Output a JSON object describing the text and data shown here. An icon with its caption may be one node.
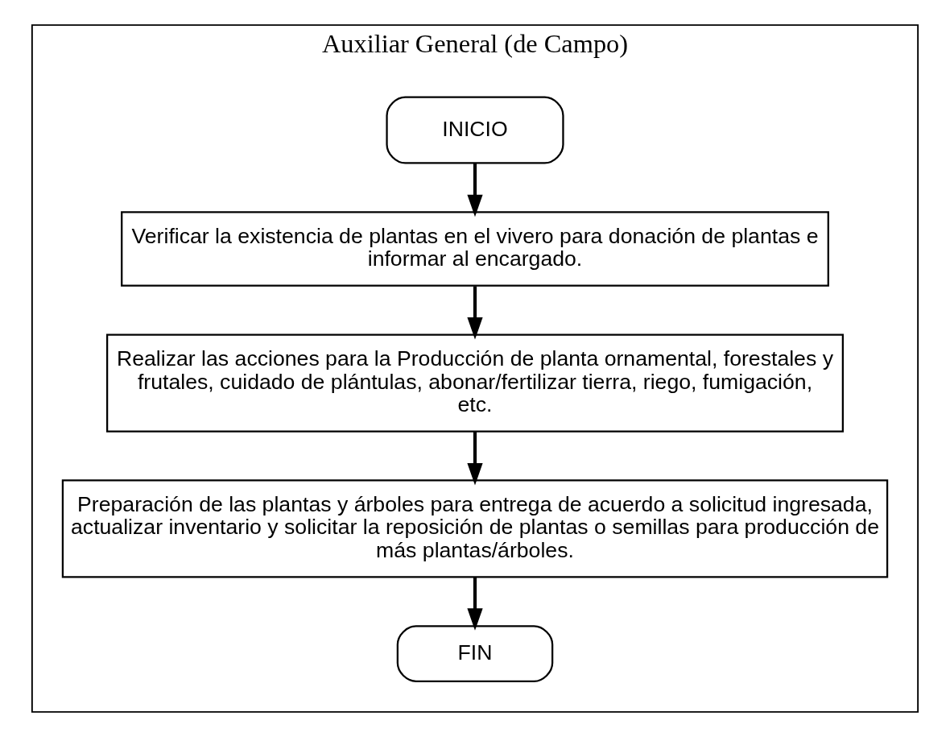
{
  "diagram": {
    "nodes": [
      {
        "text": [
          "Auxiliar General (de Campo)"
        ]
      },
      {
        "text": [
          "INICIO"
        ],
        "in": 0
      },
      {
        "text": [
          "Verificar la existencia de plantas en el vivero para donación de plantas e informar al encargado."
        ],
        "in": 0
      },
      {
        "text": [
          "Realizar las acciones para la Producción de planta ornamental, forestales y frutales, cuidado de plántulas, abonar/fertilizar tierra, riego, fumigación, etc."
        ],
        "in": 0
      },
      {
        "text": [
          "Preparación de las plantas y árboles para entrega de acuerdo a solicitud ingresada, actualizar inventario y solicitar la reposición de plantas o semillas para producción de más plantas/árboles."
        ],
        "in": 0
      },
      {
        "text": [
          "FIN"
        ],
        "in": 0
      }
    ],
    "edges": [
      {
        "from": 1,
        "to": 2,
        "arrow": "to"
      },
      {
        "from": 2,
        "to": 3,
        "arrow": "to"
      },
      {
        "from": 3,
        "to": 4,
        "arrow": "to"
      },
      {
        "from": 4,
        "to": 5,
        "arrow": "to"
      }
    ]
  }
}
